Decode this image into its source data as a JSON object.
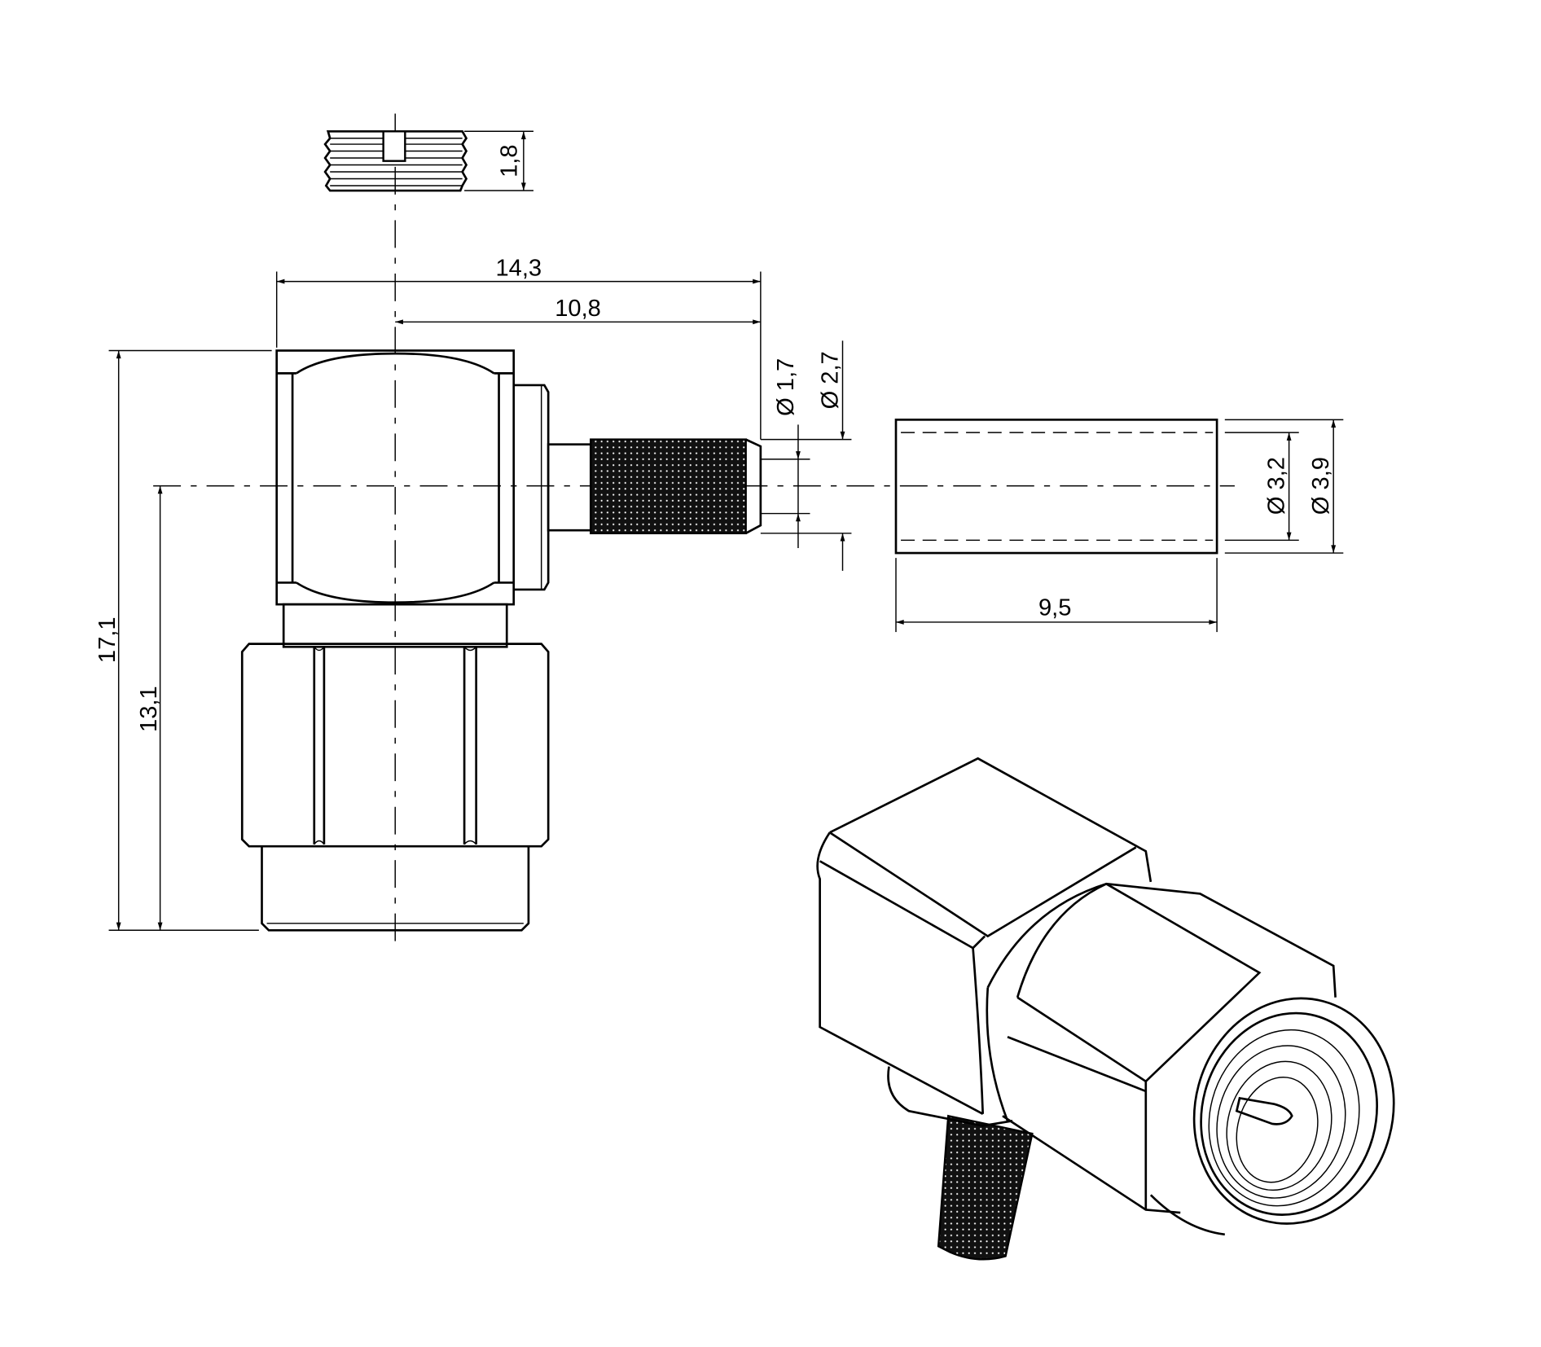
{
  "drawing": {
    "dimensions": {
      "nut_height": "1,8",
      "overall_length": "14,3",
      "axis_to_tip": "10,8",
      "overall_height": "17,1",
      "axis_height": "13,1",
      "crimp_inner_dia": "Ø 1,7",
      "crimp_outer_dia": "Ø 2,7",
      "sleeve_inner_dia": "Ø 3,2",
      "sleeve_outer_dia": "Ø 3,9",
      "sleeve_length": "9,5"
    },
    "colors": {
      "line": "#000000",
      "background": "#ffffff"
    }
  }
}
